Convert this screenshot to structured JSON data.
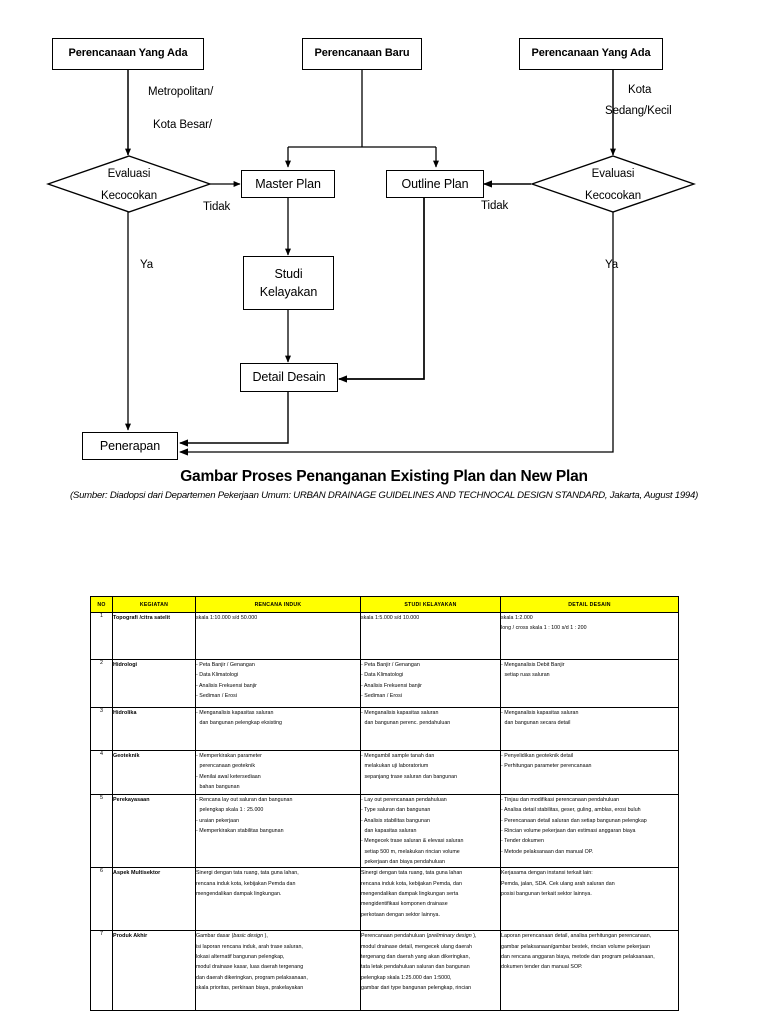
{
  "figure": {
    "title": "Gambar Proses Penanganan Existing Plan dan New Plan",
    "source": "(Sumber: Diadopsi dari Departemen Pekerjaan Umum: URBAN DRAINAGE GUIDELINES AND TECHNOCAL DESIGN STANDARD, Jakarta, August 1994)"
  },
  "flowchart": {
    "nodes": {
      "existing_left": "Perencanaan Yang Ada",
      "new_plan": "Perencanaan Baru",
      "existing_right": "Perencanaan Yang Ada",
      "eval_left_line1": "Evaluasi",
      "eval_left_line2": "Kecocokan",
      "eval_right_line1": "Evaluasi",
      "eval_right_line2": "Kecocokan",
      "master_plan": "Master Plan",
      "outline_plan": "Outline Plan",
      "studi_line1": "Studi",
      "studi_line2": "Kelayakan",
      "detail_desain": "Detail Desain",
      "penerapan": "Penerapan"
    },
    "edge_labels": {
      "metropolitan_line1": "Metropolitan/",
      "metropolitan_line2": "Kota Besar/",
      "kota_line1": "Kota",
      "kota_line2": "Sedang/Kecil",
      "tidak_left": "Tidak",
      "tidak_right": "Tidak",
      "ya_left": "Ya",
      "ya_right": "Ya"
    }
  },
  "table": {
    "header_bg": "#ffff00",
    "columns": [
      "NO",
      "KEGIATAN",
      "RENCANA INDUK",
      "STUDI KELAYAKAN",
      "DETAIL DESAIN"
    ],
    "rows": [
      {
        "no": "1",
        "kegiatan": [
          "Topografi /citra satelit"
        ],
        "rencana_induk": [
          "skala 1:10.000 s/d 50.000"
        ],
        "studi_kelayakan": [
          "skala 1:5.000 s/d 10.000"
        ],
        "detail_desain": [
          "skala 1:2.000",
          "long / cross skala 1 : 100 s/d 1 : 200"
        ]
      },
      {
        "no": "2",
        "kegiatan": [
          "Hidrologi"
        ],
        "rencana_induk": [
          "- Peta Banjir / Genangan",
          "- Data Klimatologi",
          "- Analisis Frekuensi banjir",
          "- Sediman / Erosi"
        ],
        "studi_kelayakan": [
          "- Peta Banjir / Genangan",
          "- Data Klimatologi",
          "- Analisis Frekuensi banjir",
          "- Sediman / Erosi"
        ],
        "detail_desain": [
          "- Menganalisis Debit Banjir",
          "  setiap ruas saluran"
        ]
      },
      {
        "no": "3",
        "kegiatan": [
          "Hidrolika"
        ],
        "rencana_induk": [
          "- Menganalisis kapasitas saluran",
          "  dan bangunan pelengkap eksisting"
        ],
        "studi_kelayakan": [
          "- Menganalisis kapasitas saluran",
          "  dan bangunan perenc. pendahuluan"
        ],
        "detail_desain": [
          "- Menganalisis kapasitas saluran",
          "  dan bangunan secara detail"
        ]
      },
      {
        "no": "4",
        "kegiatan": [
          "Geoteknik"
        ],
        "rencana_induk": [
          "- Memperkirakan parameter",
          "  perencanaan geoteknik",
          "- Menilai awal ketersediaan",
          "  bahan bangunan"
        ],
        "studi_kelayakan": [
          "- Mengambil sample tanah dan",
          "  melakukan uji laboratorium",
          "  sepanjang trase saluran dan bangunan"
        ],
        "detail_desain": [
          "- Penyelidikan geoteknik detail",
          "- Perhitungan parameter perencanaan"
        ]
      },
      {
        "no": "5",
        "kegiatan": [
          "Perekayasaan"
        ],
        "rencana_induk": [
          "- Rencana lay out saluran dan bangunan",
          "  pelengkap skala 1 : 25.000",
          "- uraian pekerjaan",
          "- Memperkirakan stabilitas bangunan"
        ],
        "studi_kelayakan": [
          "- Lay out perencanaan pendahuluan",
          "- Type saluran dan bangunan",
          "- Analisis stabilitas bangunan",
          "  dan kapasitas saluran",
          "- Mengecek trase saluran & elevasi saluran",
          "  setiap 500 m, melakukan rincian volume",
          "  pekerjaan dan biaya pendahuluan"
        ],
        "detail_desain": [
          "- Tinjau dan modifikasi perencanaan pendahuluan",
          "- Analisa detail stabilitas, geser, guling, amblas, erosi buluh",
          "- Perencanaan detail saluran dan setiap bangunan pelengkap",
          "- Rincian volume pekerjaan dan estimasi anggaran biaya",
          "- Tender dokumen",
          "- Metode pelaksanaan dan manual OP."
        ]
      },
      {
        "no": "6",
        "kegiatan": [
          "Aspek Multisektor"
        ],
        "rencana_induk": [
          "Sinergi dengan tata ruang, tata guna lahan,",
          "rencana induk kota, kebijakan Pemda dan",
          "mengendalikan dampak lingkungan."
        ],
        "studi_kelayakan": [
          "Sinergi dengan tata ruang, tata guna lahan",
          "rencana induk kota, kebijakan Pemda, dan",
          "mengendalikan dampak lingkungan serta",
          "mengidentifikasi komponen drainase",
          "perkotaan dengan sektor lainnya."
        ],
        "detail_desain": [
          "Kerjasama dengan instansi terkait lain:",
          "Pemda, jalan, SDA. Cek ulang arah saluran dan",
          "posisi bangunan terkait sektor lainnya."
        ]
      },
      {
        "no": "7",
        "kegiatan": [
          "Produk Akhir"
        ],
        "rencana_induk": [
          "Gambar dasar (basic design ),",
          "isi laporan rencana induk, arah trase saluran,",
          "lokasi alternatif bangunan pelengkap,",
          "modul drainase kasar, luas daerah tergenang",
          "dan daerah dikeringkan, program pelaksanaan,",
          "skala prioritas, perkiraan biaya, prakelayakan"
        ],
        "studi_kelayakan": [
          "Perencanaan pendahuluan (preliminary design ),",
          "modul drainase detail, mengecek ulang daerah",
          "tergenang dan daerah yang akan dikeringkan,",
          "tata letak pendahuluan saluran dan bangunan",
          "pelengkap skala 1:25.000 dan 1:5000,",
          "gambar dari type bangunan pelengkap, rincian"
        ],
        "detail_desain": [
          "Laporan perencanaan detail, analisa perhitungan perencanaan,",
          "gambar pelaksanaan/gambar bestek, rincian volume pekerjaan",
          "dan rencana anggaran biaya, metode dan program pelaksanaan,",
          "dokumen tender dan manual SOP."
        ]
      }
    ]
  }
}
